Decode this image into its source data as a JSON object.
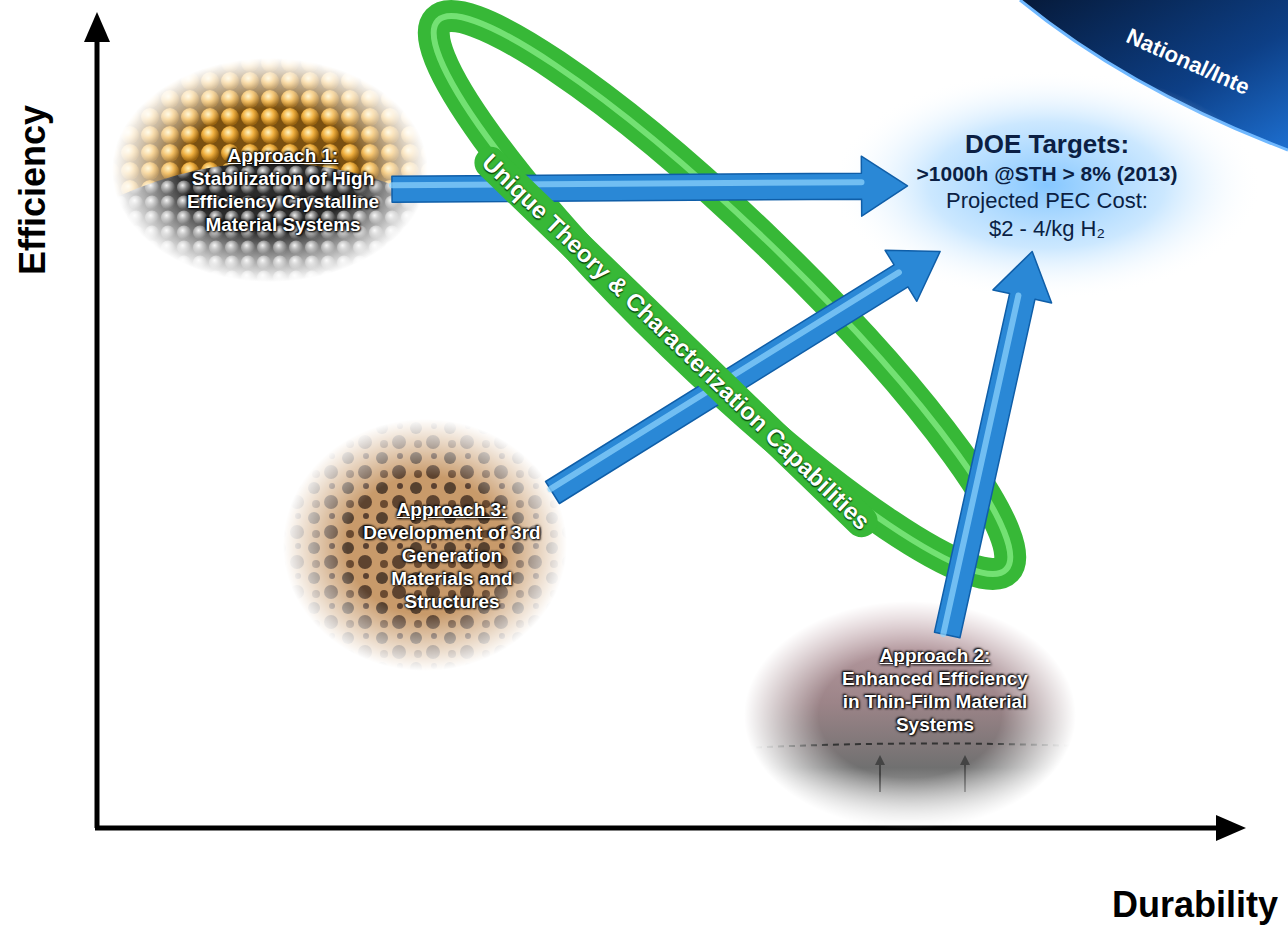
{
  "diagram": {
    "nodes": [
      {
        "text": [
          "Approach 1:",
          "Stabilization of High Efficiency Crystalline Material Systems"
        ]
      },
      {
        "text": [
          "DOE Targets:",
          ">1000h @STH > 8% (2013)",
          "Projected PEC Cost:",
          "$2 - 4/kg H₂"
        ]
      },
      {
        "text": [
          "Approach 3:",
          "Development of 3rd Generation Materials and Structures"
        ]
      },
      {
        "text": [
          "Approach 2:",
          "Enhanced Efficiency in Thin-Film Material Systems"
        ]
      }
    ],
    "edges": [
      {
        "from": 0,
        "to": 1,
        "arrow": "to"
      },
      {
        "from": 2,
        "to": 1,
        "arrow": "to"
      },
      {
        "from": 3,
        "to": 1,
        "arrow": "to"
      }
    ],
    "labels": [
      "Efficiency",
      "Durability",
      "Unique Theory & Characterization Capabilities",
      "National/Inte"
    ]
  }
}
